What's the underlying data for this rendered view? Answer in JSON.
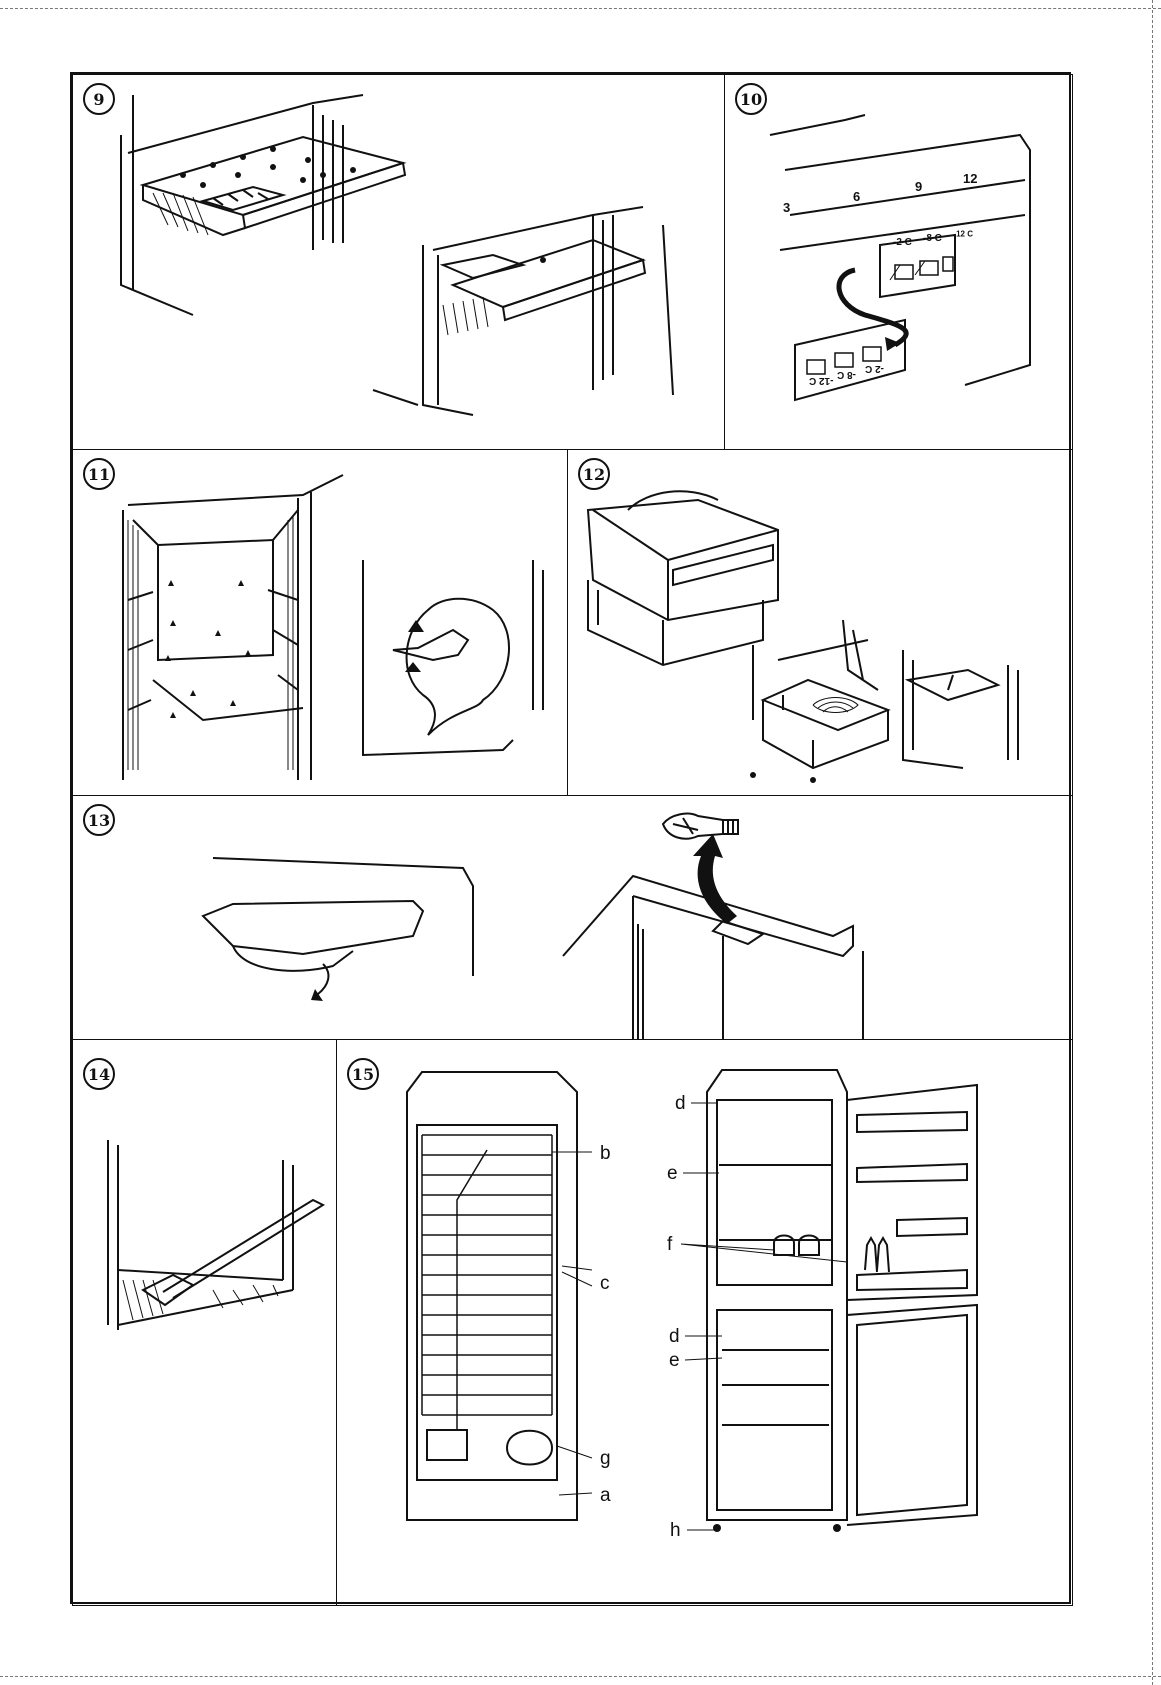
{
  "panels": {
    "p9": {
      "number": "9"
    },
    "p10": {
      "number": "10",
      "dial_marks": [
        "3",
        "6",
        "9",
        "12"
      ],
      "selector_labels": [
        "-2 C",
        "-8 C",
        "-12 C"
      ],
      "selector_labels_flipped": [
        "-12 C",
        "-8 C",
        "-2 C"
      ]
    },
    "p11": {
      "number": "11"
    },
    "p12": {
      "number": "12"
    },
    "p13": {
      "number": "13"
    },
    "p14": {
      "number": "14"
    },
    "p15": {
      "number": "15",
      "labels": {
        "a": "a",
        "b": "b",
        "c": "c",
        "d": "d",
        "e": "e",
        "f": "f",
        "g": "g",
        "h": "h"
      }
    }
  }
}
